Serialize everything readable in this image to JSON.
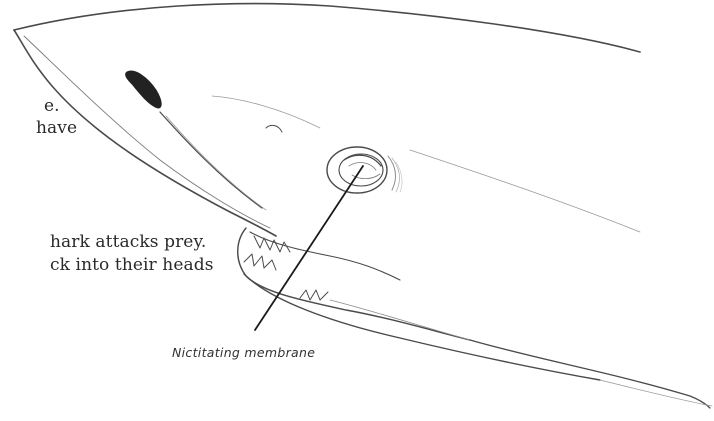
{
  "body_text": {
    "lines": [
      "e.",
      "have",
      "hark attacks prey.",
      "ck into their heads"
    ]
  },
  "callout": {
    "label": "Nictitating membrane"
  },
  "colors": {
    "pencil": "#4a4a4a",
    "shading": "#7a7a7a",
    "text": "#2a2a2a"
  }
}
